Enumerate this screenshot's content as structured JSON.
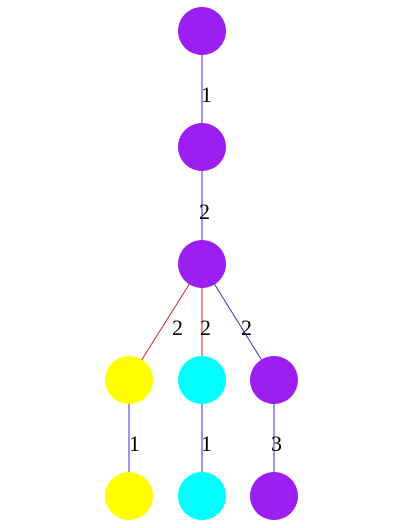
{
  "colors": {
    "purple": "#9a1ff0",
    "yellow": "#ffff00",
    "cyan": "#00ffff",
    "edge_blue": "#3333cc",
    "edge_red": "#dd2222",
    "label": "#000000"
  },
  "nodes": [
    {
      "id": "n0",
      "color": "purple"
    },
    {
      "id": "n1",
      "color": "purple"
    },
    {
      "id": "n2",
      "color": "purple"
    },
    {
      "id": "n3",
      "color": "yellow"
    },
    {
      "id": "n4",
      "color": "cyan"
    },
    {
      "id": "n5",
      "color": "purple"
    },
    {
      "id": "n6",
      "color": "yellow"
    },
    {
      "id": "n7",
      "color": "cyan"
    },
    {
      "id": "n8",
      "color": "purple"
    }
  ],
  "edges": [
    {
      "id": "e0",
      "from": "n0",
      "to": "n1",
      "label": "1",
      "color": "edge_blue"
    },
    {
      "id": "e1",
      "from": "n1",
      "to": "n2",
      "label": "2",
      "color": "edge_blue"
    },
    {
      "id": "e2",
      "from": "n2",
      "to": "n3",
      "label": "2",
      "color": "edge_red"
    },
    {
      "id": "e3",
      "from": "n2",
      "to": "n4",
      "label": "2",
      "color": "edge_red"
    },
    {
      "id": "e4",
      "from": "n2",
      "to": "n5",
      "label": "2",
      "color": "edge_blue"
    },
    {
      "id": "e5",
      "from": "n3",
      "to": "n6",
      "label": "1",
      "color": "edge_blue"
    },
    {
      "id": "e6",
      "from": "n4",
      "to": "n7",
      "label": "1",
      "color": "edge_blue"
    },
    {
      "id": "e7",
      "from": "n5",
      "to": "n8",
      "label": "3",
      "color": "edge_blue"
    }
  ]
}
